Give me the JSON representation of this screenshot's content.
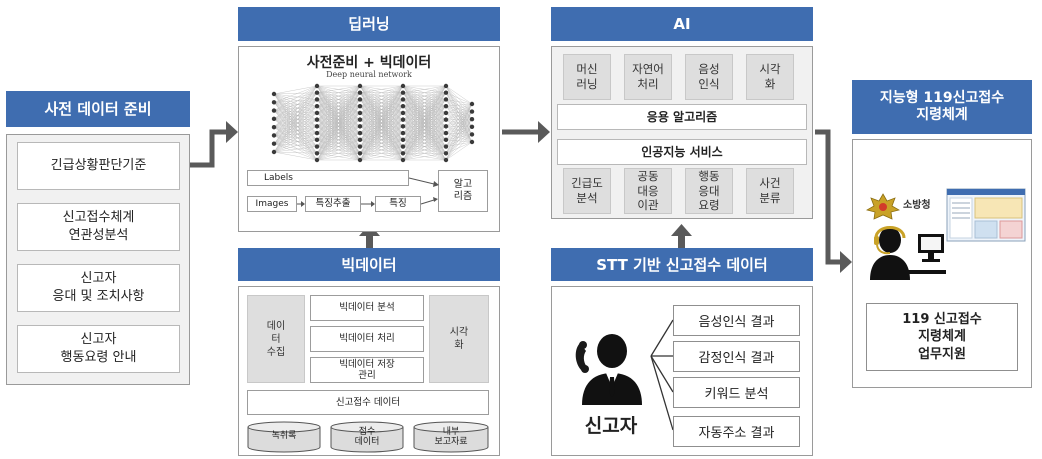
{
  "prep": {
    "title": "사전 데이터 준비",
    "items": [
      "긴급상황판단기준",
      "신고접수체계\n연관성분석",
      "신고자\n응대 및 조치사항",
      "신고자\n행동요령 안내"
    ]
  },
  "dl": {
    "title": "딥러닝",
    "diagram_title": "사전준비 + 빅데이터",
    "nn_caption": "Deep neural network",
    "labels": "Labels",
    "images": "Images",
    "feature_extract": "특징추출",
    "feature": "특징",
    "algorithm": "알고\n리즘"
  },
  "bigdata": {
    "title": "빅데이터",
    "collect": "데이\n터\n수집",
    "analysis": "빅데이터 분석",
    "processing": "빅데이터 처리",
    "storage": "빅데이터 저장\n관리",
    "visual": "시각\n화",
    "report_data": "신고접수 데이터",
    "db": [
      "녹취록",
      "접수\n데이터",
      "내부\n보고자료"
    ]
  },
  "ai": {
    "title": "AI",
    "top": [
      "머신\n러닝",
      "자연어\n처리",
      "음성\n인식",
      "시각\n화"
    ],
    "algo": "응용 알고리즘",
    "service": "인공지능 서비스",
    "bottom": [
      "긴급도\n분석",
      "공동\n대응\n이관",
      "행동\n응대\n요령",
      "사건\n분류"
    ]
  },
  "stt": {
    "title": "STT 기반 신고접수 데이터",
    "caller": "신고자",
    "results": [
      "음성인식 결과",
      "감정인식 결과",
      "키워드 분석",
      "자동주소 결과"
    ]
  },
  "smart": {
    "title": "지능형 119신고접수\n지령체계",
    "logo_text": "소방청",
    "support": "119 신고접수\n지령체계\n업무지원"
  },
  "colors": {
    "header": "#3f6db0",
    "arrow": "#5a5a5a",
    "panel": "#f1f1f1"
  }
}
